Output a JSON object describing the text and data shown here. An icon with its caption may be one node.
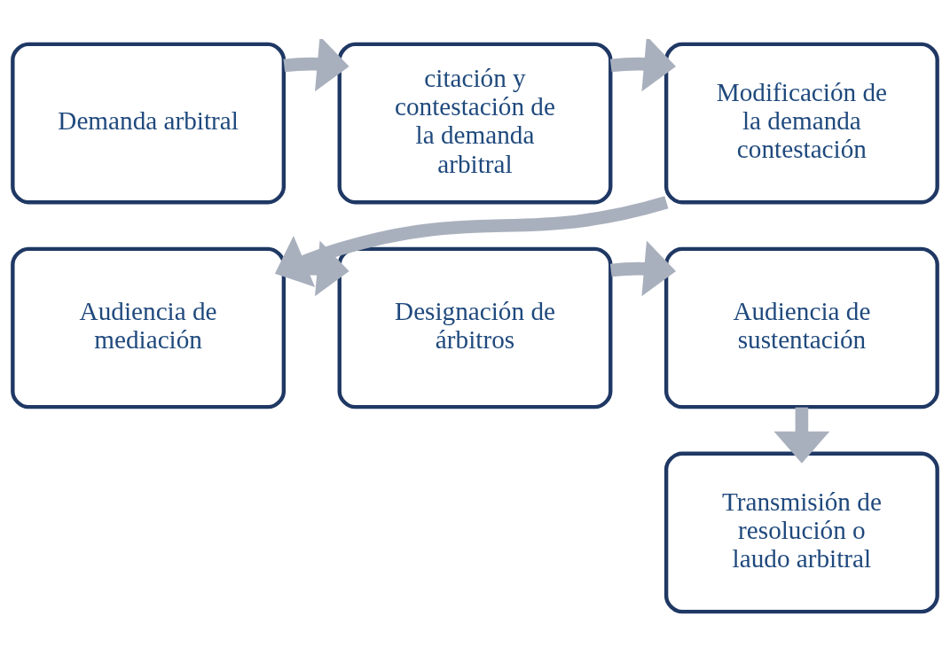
{
  "diagram": {
    "nodes": [
      {
        "text": [
          "Demanda arbitral"
        ]
      },
      {
        "text": [
          "citación y contestación de la demanda arbitral"
        ]
      },
      {
        "text": [
          "Modificación de la demanda contestación"
        ]
      },
      {
        "text": [
          "Audiencia de mediación"
        ]
      },
      {
        "text": [
          "Designación de árbitros"
        ]
      },
      {
        "text": [
          "Audiencia de sustentación"
        ]
      },
      {
        "text": [
          "Transmisión de resolución o laudo arbitral"
        ]
      }
    ],
    "edges": [
      {
        "from": 0,
        "to": 1,
        "arrow": "to"
      },
      {
        "from": 1,
        "to": 2,
        "arrow": "to"
      },
      {
        "from": 2,
        "to": 3,
        "arrow": "to"
      },
      {
        "from": 3,
        "to": 4,
        "arrow": "to"
      },
      {
        "from": 4,
        "to": 5,
        "arrow": "to"
      },
      {
        "from": 5,
        "to": 6,
        "arrow": "to"
      }
    ]
  }
}
